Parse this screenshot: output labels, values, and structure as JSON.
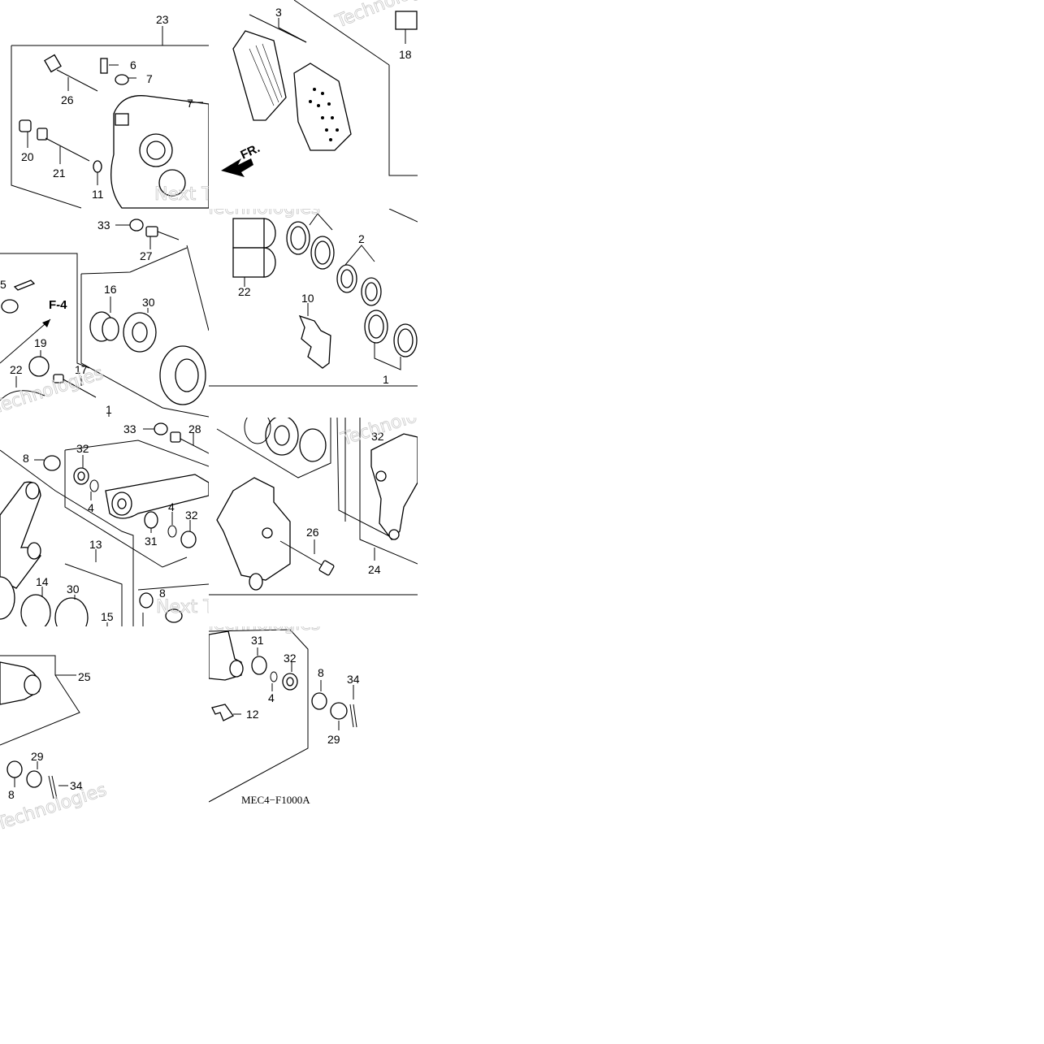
{
  "diagram": {
    "code": "MEC4−F1000A",
    "watermark_text": "Technologies",
    "watermark_text_2": "Next Tec",
    "orientation_label": "FR.",
    "ref_label": "F-4",
    "tiles": [
      {
        "id": "t00",
        "labels": [
          "23",
          "6",
          "7",
          "7",
          "26",
          "20",
          "21",
          "11"
        ]
      },
      {
        "id": "t01",
        "labels": [
          "3",
          "18"
        ]
      },
      {
        "id": "t10",
        "labels": [
          "5",
          "F-4",
          "19",
          "17",
          "22",
          "33",
          "27",
          "16",
          "30",
          "1"
        ]
      },
      {
        "id": "t11",
        "labels": [
          "2",
          "22",
          "10",
          "1"
        ]
      },
      {
        "id": "t20",
        "labels": [
          "33",
          "28",
          "8",
          "32",
          "4",
          "4",
          "32",
          "31",
          "13",
          "14",
          "30",
          "15",
          "8"
        ]
      },
      {
        "id": "t21",
        "labels": [
          "26",
          "24",
          "32"
        ]
      },
      {
        "id": "t30",
        "labels": [
          "25",
          "29",
          "8",
          "34"
        ]
      },
      {
        "id": "t31",
        "labels": [
          "31",
          "32",
          "8",
          "34",
          "4",
          "12",
          "29"
        ]
      }
    ]
  }
}
